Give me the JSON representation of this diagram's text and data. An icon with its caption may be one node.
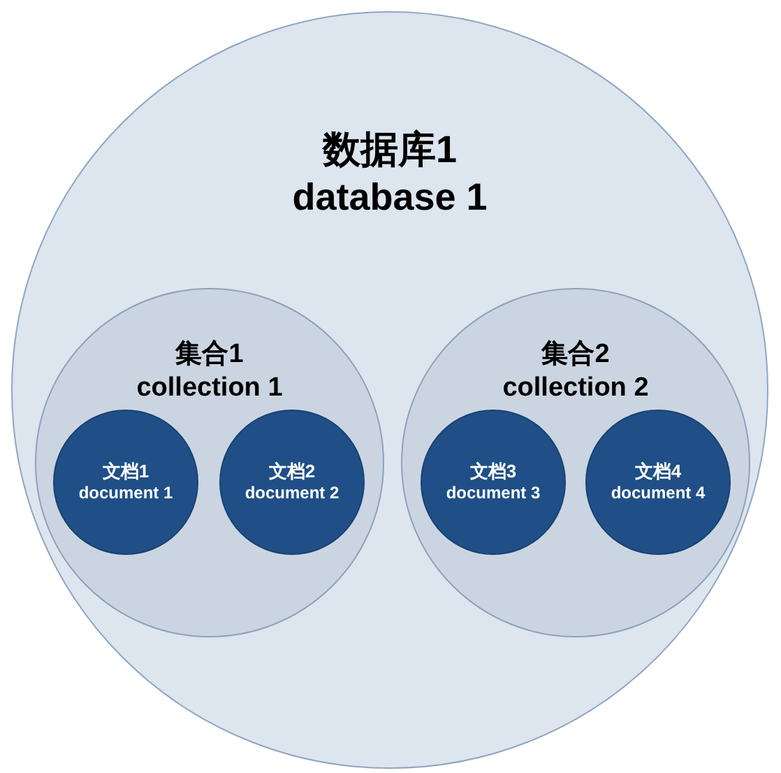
{
  "diagram": {
    "nodes": [
      {
        "text": [
          "数据库1",
          "database 1"
        ]
      },
      {
        "text": [
          "集合1",
          "collection 1"
        ],
        "in": 0
      },
      {
        "text": [
          "文档1",
          "document 1"
        ],
        "in": 1
      },
      {
        "text": [
          "文档2",
          "document 2"
        ],
        "in": 1
      },
      {
        "text": [
          "集合2",
          "collection 2"
        ],
        "in": 0
      },
      {
        "text": [
          "文档3",
          "document 3"
        ],
        "in": 4
      },
      {
        "text": [
          "文档4",
          "document 4"
        ],
        "in": 4
      }
    ]
  }
}
